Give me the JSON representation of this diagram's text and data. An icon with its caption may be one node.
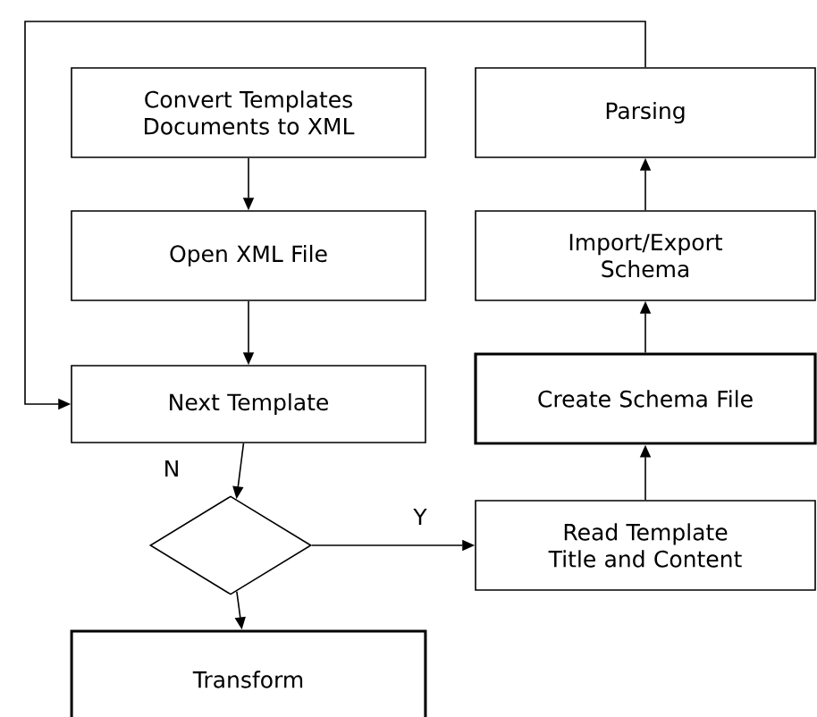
{
  "diagram": {
    "nodes": [
      {
        "text": [
          "Convert Templates Documents to XML"
        ]
      },
      {
        "text": [
          "Open XML File"
        ]
      },
      {
        "text": [
          "Next Template"
        ]
      },
      {
        "text": [],
        "shape": "diamond"
      },
      {
        "text": [
          "Transform"
        ]
      },
      {
        "text": [
          "Parsing"
        ]
      },
      {
        "text": [
          "Import/Export Schema"
        ]
      },
      {
        "text": [
          "Create Schema File"
        ]
      },
      {
        "text": [
          "Read Template Title and Content"
        ]
      }
    ],
    "edges": [
      {
        "from": 0,
        "to": 1,
        "arrow": "to"
      },
      {
        "from": 1,
        "to": 2,
        "arrow": "to"
      },
      {
        "from": 2,
        "to": 3,
        "arrow": "to",
        "label": "N"
      },
      {
        "from": 3,
        "to": 8,
        "arrow": "to",
        "label": "Y"
      },
      {
        "from": 3,
        "to": 4,
        "arrow": "to"
      },
      {
        "from": 8,
        "to": 7,
        "arrow": "to"
      },
      {
        "from": 7,
        "to": 6,
        "arrow": "to"
      },
      {
        "from": 6,
        "to": 5,
        "arrow": "to"
      },
      {
        "from": 5,
        "to": 2,
        "arrow": "to"
      }
    ]
  }
}
